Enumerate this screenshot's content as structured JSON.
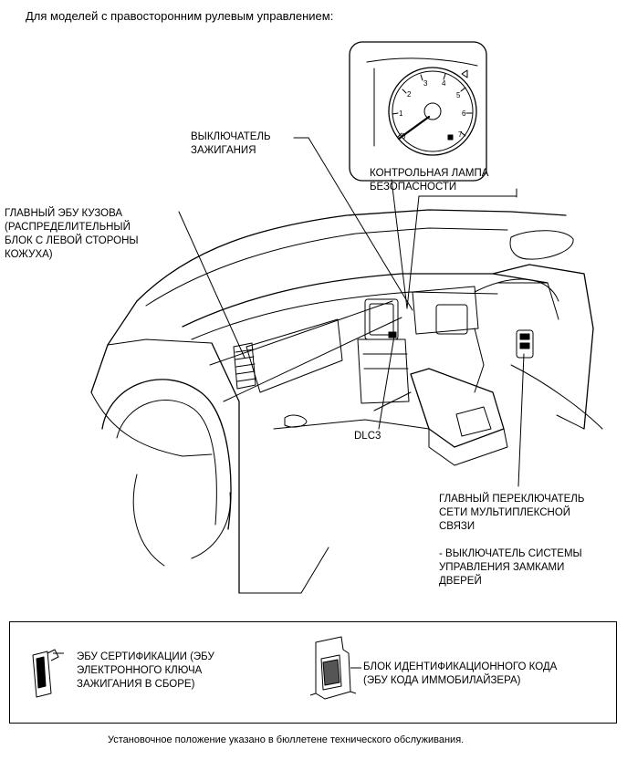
{
  "header": {
    "title": "Для моделей с правосторонним рулевым управлением:"
  },
  "callouts": {
    "ignition_switch": "ВЫКЛЮЧАТЕЛЬ\nЗАЖИГАНИЯ",
    "security_lamp": "КОНТРОЛЬНАЯ ЛАМПА\nБЕЗОПАСНОСТИ",
    "body_ecu": "ГЛАВНЫЙ ЭБУ КУЗОВА\n(РАСПРЕДЕЛИТЕЛЬНЫЙ\nБЛОК С ЛЕВОЙ СТОРОНЫ\nКОЖУХА)",
    "dlc3": "DLC3",
    "multiplex_switch": "ГЛАВНЫЙ ПЕРЕКЛЮЧАТЕЛЬ\nСЕТИ МУЛЬТИПЛЕКСНОЙ\nСВЯЗИ",
    "door_lock_switch": "- ВЫКЛЮЧАТЕЛЬ СИСТЕМЫ\nУПРАВЛЕНИЯ ЗАМКАМИ\nДВЕРЕЙ"
  },
  "gauge": {
    "ticks": [
      "0",
      "1",
      "2",
      "3",
      "4",
      "5",
      "6",
      "7"
    ]
  },
  "legend": {
    "cert_ecu": "ЭБУ СЕРТИФИКАЦИИ (ЭБУ\nЭЛЕКТРОННОГО КЛЮЧА\nЗАЖИГАНИЯ В СБОРЕ)",
    "id_code_box": "БЛОК ИДЕНТИФИКАЦИОННОГО КОДА\n(ЭБУ КОДА ИММОБИЛАЙЗЕРА)"
  },
  "footer": {
    "note": "Установочное положение указано в бюллетене технического обслуживания."
  }
}
